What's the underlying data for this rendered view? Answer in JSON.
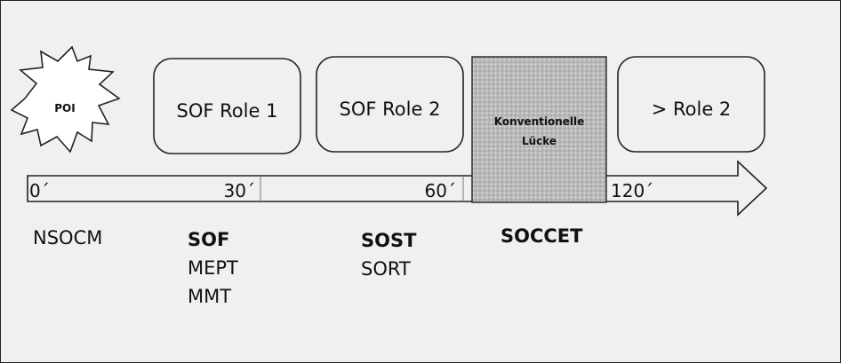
{
  "poi": {
    "label": "POI"
  },
  "roles": [
    {
      "label": "SOF Role 1"
    },
    {
      "label": "SOF Role 2"
    },
    {
      "label": "Konventionelle Lücke"
    },
    {
      "label": "> Role 2"
    }
  ],
  "timeline": {
    "ticks": [
      "0´",
      "30´",
      "60´",
      "120´"
    ]
  },
  "groups": [
    {
      "items": [
        {
          "text": "NSOCM",
          "bold": false
        }
      ]
    },
    {
      "items": [
        {
          "text": "SOF",
          "bold": true
        },
        {
          "text": "MEPT",
          "bold": false
        },
        {
          "text": "MMT",
          "bold": false
        }
      ]
    },
    {
      "items": [
        {
          "text": "SOST",
          "bold": true
        },
        {
          "text": "SORT",
          "bold": false
        }
      ]
    },
    {
      "items": [
        {
          "text": "SOCCET",
          "bold": true
        }
      ]
    }
  ],
  "colors": {
    "background": "#f0f0f0",
    "stroke": "#222222",
    "gap_fill": "#b8b8b8",
    "box_fill": "#f0f0f0"
  }
}
